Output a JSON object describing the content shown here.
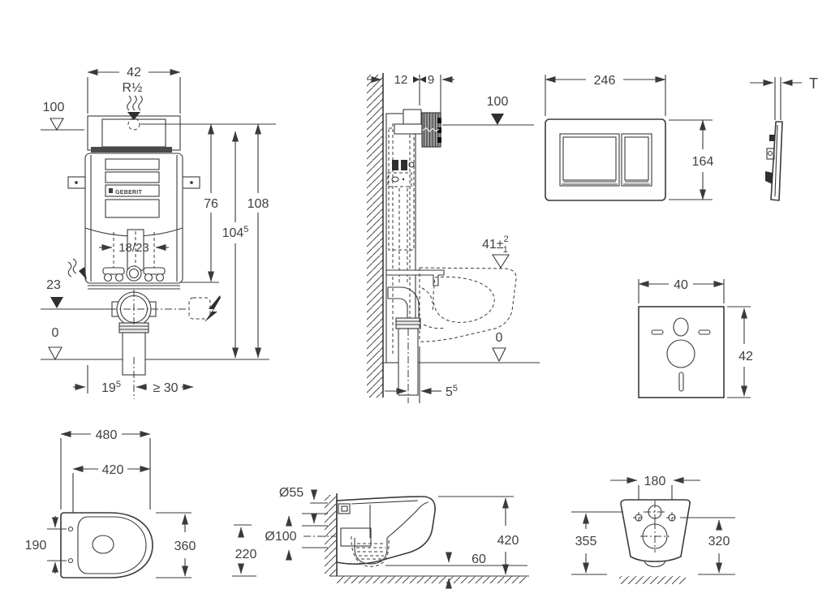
{
  "page": {
    "background": "#ffffff",
    "ink": "#3a3a3a",
    "text_color": "#3f3f3f"
  },
  "drawings": {
    "cistern_front": {
      "brand_label": "GEBERIT",
      "dims": {
        "width": "42",
        "supply": "R½",
        "level_top": "100",
        "h76": "76",
        "h108": "108",
        "h1045": {
          "base": "104",
          "sup": "5"
        },
        "depth_range": "18/23",
        "outlet_level": "23",
        "floor": "0",
        "off195": {
          "base": "19",
          "sup": "5"
        },
        "min30": "≥ 30"
      }
    },
    "cistern_side": {
      "dims": {
        "d12": "12",
        "d9": "9",
        "level_top": "100",
        "pan_rim": {
          "base": "41",
          "pm": "±",
          "sup": "2",
          "sub": "1"
        },
        "floor": "0",
        "off55": {
          "base": "5",
          "sup": "5"
        }
      }
    },
    "flush_plate_front": {
      "dims": {
        "width": "246",
        "height": "164"
      }
    },
    "flush_plate_side": {
      "dims": {
        "thickness": "T"
      }
    },
    "sound_mat": {
      "dims": {
        "width": "40",
        "height": "42"
      }
    },
    "wc_top": {
      "dims": {
        "length": "480",
        "fix_length": "420",
        "hole_pitch": "190",
        "width": "360"
      }
    },
    "wc_side": {
      "dims": {
        "flush_dia": "Ø55",
        "outlet_dia": "Ø100",
        "outlet_height": "220",
        "height": "420",
        "clearance": "60"
      }
    },
    "wc_back": {
      "dims": {
        "hole_pitch": "180",
        "height_left": "355",
        "height_right": "320"
      }
    }
  }
}
